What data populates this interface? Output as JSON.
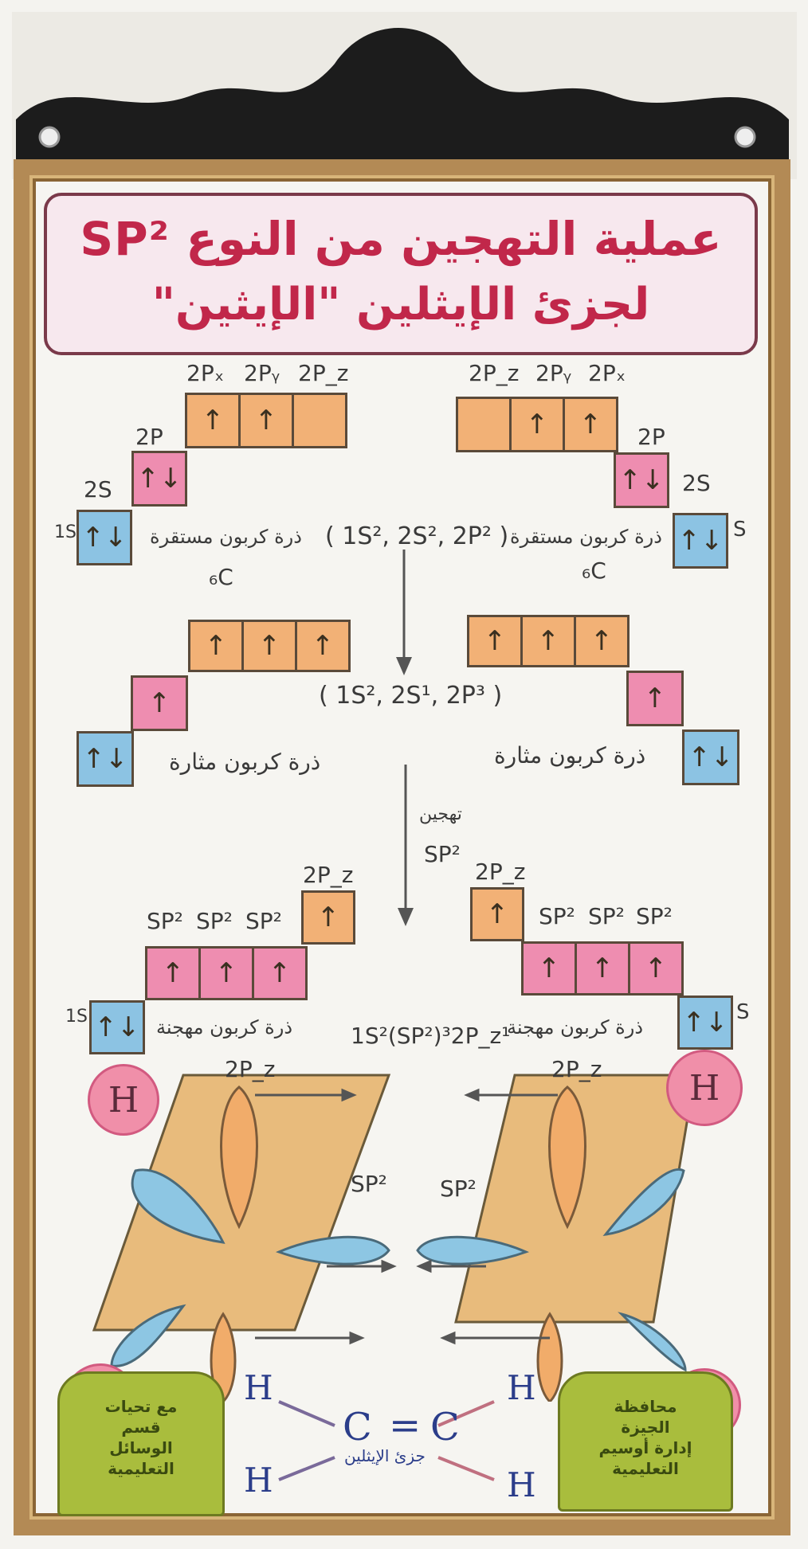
{
  "title": {
    "line1": "عملية التهجين من النوع SP²",
    "line2": "لجزئ الإيثلين \"الإيثين\""
  },
  "labels": {
    "p2x": "2Pₓ",
    "p2y": "2Pᵧ",
    "p2z": "2P_z",
    "p2": "2P",
    "s2": "2S",
    "s1": "1S",
    "s": "S",
    "c6": "₆C",
    "sp2": "SP²",
    "p2z_h": "2P_z",
    "p2z_bond": "2P_z"
  },
  "configs": {
    "ground": "( 1S², 2S², 2P² )",
    "excited": "( 1S², 2S¹, 2P³ )",
    "hybrid": "1S²(SP²)³2P_z¹"
  },
  "arabic": {
    "ground_atom": "ذرة كربون مستقرة",
    "excited_atom": "ذرة كربون مثارة",
    "hybrid_atom": "ذرة كربون مهجنة",
    "hybridization": "تهجين",
    "molecule_caption": "جزئ الإيثلين"
  },
  "arrows": {
    "up": "↑",
    "pair": "↑↓"
  },
  "hydrogen": "H",
  "molecule": {
    "h": "H",
    "c": "C",
    "bond": "="
  },
  "sign_left": [
    "مع تحيات",
    "قسم",
    "الوسائل",
    "التعليمية"
  ],
  "sign_right": [
    "محافظة",
    "الجيزة",
    "إدارة أوسيم",
    "التعليمية"
  ],
  "colors": {
    "orange_box": "#f2b176",
    "pink_box": "#ee8db0",
    "blue_box": "#8cc3e3",
    "title_text": "#c1274a",
    "hydrogen": "#f08fa9",
    "sign": "#a9bd3d"
  }
}
